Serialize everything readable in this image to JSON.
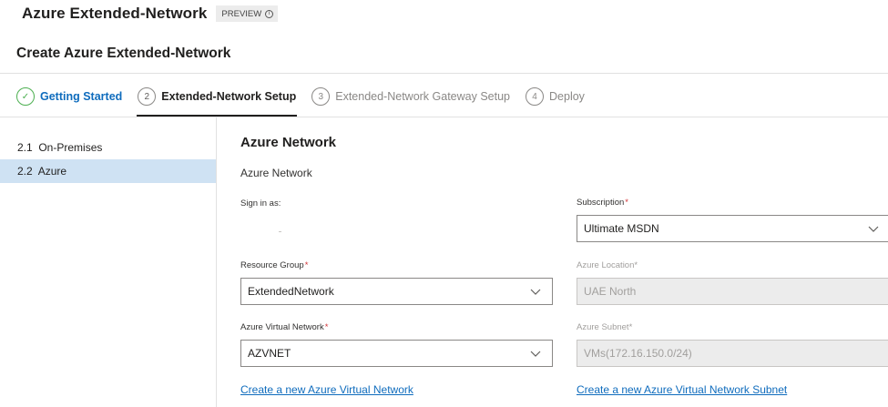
{
  "header": {
    "app_title": "Azure Extended-Network",
    "preview_label": "PREVIEW",
    "info_glyph": "i",
    "page_title": "Create Azure Extended-Network"
  },
  "steps": [
    {
      "number": "✓",
      "label": "Getting Started",
      "state": "completed"
    },
    {
      "number": "2",
      "label": "Extended-Network Setup",
      "state": "current"
    },
    {
      "number": "3",
      "label": "Extended-Network Gateway Setup",
      "state": "pending"
    },
    {
      "number": "4",
      "label": "Deploy",
      "state": "pending"
    }
  ],
  "sidebar": {
    "items": [
      {
        "label": "2.1  On-Premises",
        "active": false
      },
      {
        "label": "2.2  Azure",
        "active": true
      }
    ]
  },
  "main": {
    "section_title": "Azure Network",
    "section_subtitle": "Azure Network",
    "signin_label": "Sign in as:",
    "subscription": {
      "label": "Subscription",
      "required": "*",
      "value": "Ultimate MSDN"
    },
    "resource_group": {
      "label": "Resource Group",
      "required": "*",
      "value": "ExtendedNetwork"
    },
    "azure_location": {
      "label": "Azure Location",
      "required": "*",
      "value": "UAE North"
    },
    "virtual_network": {
      "label": "Azure Virtual Network",
      "required": "*",
      "value": "AZVNET"
    },
    "azure_subnet": {
      "label": "Azure Subnet",
      "required": "*",
      "value": "VMs(172.16.150.0/24)"
    },
    "create_vnet_link": "Create a new Azure Virtual Network",
    "create_subnet_link": "Create a new Azure Virtual Network Subnet"
  },
  "colors": {
    "accent": "#0f6cbd",
    "success": "#4caf50",
    "required": "#d13438",
    "sidebar_active": "#cfe2f3"
  }
}
